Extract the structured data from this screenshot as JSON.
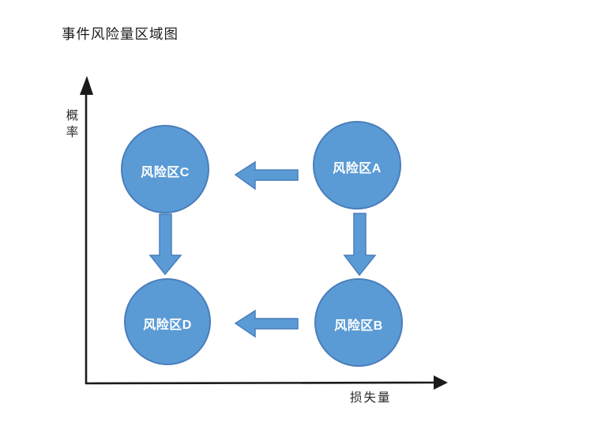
{
  "title": "事件风险量区域图",
  "axes": {
    "y_label": "概率",
    "x_label": "损失量"
  },
  "nodes": {
    "c": {
      "label": "风险区C"
    },
    "a": {
      "label": "风险区A"
    },
    "d": {
      "label": "风险区D"
    },
    "b": {
      "label": "风险区B"
    }
  },
  "colors": {
    "node_fill": "#5B9BD5",
    "node_border": "#4A7EBB",
    "arrow_fill": "#5B9BD5",
    "arrow_border": "#4A7EBB",
    "axis": "#1A1A1A",
    "node_text": "#FFFFFF",
    "text": "#2B2B2B"
  }
}
